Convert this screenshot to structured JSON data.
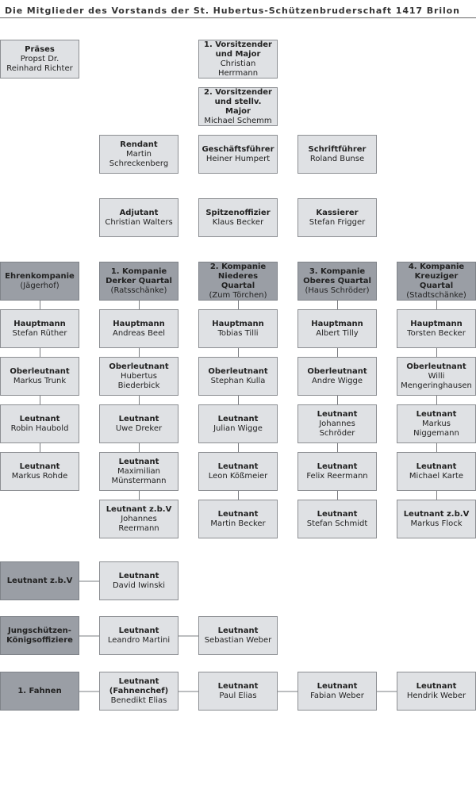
{
  "title": "Die Mitglieder des Vorstands der St. Hubertus-Schützenbruderschaft 1417 Brilon",
  "colors": {
    "box": "#dfe1e4",
    "box_dark": "#9a9ea5",
    "border": "#8c8e92",
    "line": "#7a7c80"
  },
  "nodes": {
    "praeses": {
      "title": "Präses",
      "name": "Propst Dr.\nReinhard Richter"
    },
    "vorsitz1": {
      "title": "1. Vorsitzender\nund Major",
      "name": "Christian Herrmann"
    },
    "vorsitz2": {
      "title": "2. Vorsitzender\nund stellv. Major",
      "name": "Michael Schemm"
    },
    "rendant": {
      "title": "Rendant",
      "name": "Martin\nSchreckenberg"
    },
    "geschaeftsfuehrer": {
      "title": "Geschäftsführer",
      "name": "Heiner Humpert"
    },
    "schriftfuehrer": {
      "title": "Schriftführer",
      "name": "Roland Bunse"
    },
    "adjutant": {
      "title": "Adjutant",
      "name": "Christian Walters"
    },
    "spitzenoffizier": {
      "title": "Spitzenoffizier",
      "name": "Klaus Becker"
    },
    "kassierer": {
      "title": "Kassierer",
      "name": "Stefan Frigger"
    },
    "k0": {
      "title": "Ehrenkompanie",
      "name": "(Jägerhof)"
    },
    "k0_hm": {
      "title": "Hauptmann",
      "name": "Stefan Rüther"
    },
    "k0_ol": {
      "title": "Oberleutnant",
      "name": "Markus Trunk"
    },
    "k0_lt1": {
      "title": "Leutnant",
      "name": "Robin Haubold"
    },
    "k0_lt2": {
      "title": "Leutnant",
      "name": "Markus Rohde"
    },
    "k1": {
      "title": "1. Kompanie\nDerker Quartal",
      "name": "(Ratsschänke)"
    },
    "k1_hm": {
      "title": "Hauptmann",
      "name": "Andreas Beel"
    },
    "k1_ol": {
      "title": "Oberleutnant",
      "name": "Hubertus\nBiederbick"
    },
    "k1_lt1": {
      "title": "Leutnant",
      "name": "Uwe Dreker"
    },
    "k1_lt2": {
      "title": "Leutnant",
      "name": "Maximilian\nMünstermann"
    },
    "k1_lt3": {
      "title": "Leutnant z.b.V",
      "name": "Johannes\nReermann"
    },
    "k2": {
      "title": "2. Kompanie\nNiederes Quartal",
      "name": "(Zum Törchen)"
    },
    "k2_hm": {
      "title": "Hauptmann",
      "name": "Tobias Tilli"
    },
    "k2_ol": {
      "title": "Oberleutnant",
      "name": "Stephan Kulla"
    },
    "k2_lt1": {
      "title": "Leutnant",
      "name": "Julian Wigge"
    },
    "k2_lt2": {
      "title": "Leutnant",
      "name": "Leon Kößmeier"
    },
    "k2_lt3": {
      "title": "Leutnant",
      "name": "Martin Becker"
    },
    "k3": {
      "title": "3. Kompanie\nOberes Quartal",
      "name": "(Haus Schröder)"
    },
    "k3_hm": {
      "title": "Hauptmann",
      "name": "Albert Tilly"
    },
    "k3_ol": {
      "title": "Oberleutnant",
      "name": "Andre Wigge"
    },
    "k3_lt1": {
      "title": "Leutnant",
      "name": "Johannes\nSchröder"
    },
    "k3_lt2": {
      "title": "Leutnant",
      "name": "Felix Reermann"
    },
    "k3_lt3": {
      "title": "Leutnant",
      "name": "Stefan Schmidt"
    },
    "k4": {
      "title": "4. Kompanie\nKreuziger Quartal",
      "name": "(Stadtschänke)"
    },
    "k4_hm": {
      "title": "Hauptmann",
      "name": "Torsten Becker"
    },
    "k4_ol": {
      "title": "Oberleutnant",
      "name": "Willi\nMengeringhausen"
    },
    "k4_lt1": {
      "title": "Leutnant",
      "name": "Markus\nNiggemann"
    },
    "k4_lt2": {
      "title": "Leutnant",
      "name": "Michael Karte"
    },
    "k4_lt3": {
      "title": "Leutnant z.b.V",
      "name": "Markus Flock"
    },
    "zbv": {
      "title": "Leutnant z.b.V",
      "name": ""
    },
    "zbv_1": {
      "title": "Leutnant",
      "name": "David Iwinski"
    },
    "jung": {
      "title": "Jungschützen-\nKönigsoffiziere",
      "name": ""
    },
    "jung_1": {
      "title": "Leutnant",
      "name": "Leandro Martini"
    },
    "jung_2": {
      "title": "Leutnant",
      "name": "Sebastian Weber"
    },
    "fahnen": {
      "title": "1. Fahnen",
      "name": ""
    },
    "fahnen_1": {
      "title": "Leutnant\n(Fahnenchef)",
      "name": "Benedikt Elias"
    },
    "fahnen_2": {
      "title": "Leutnant",
      "name": "Paul Elias"
    },
    "fahnen_3": {
      "title": "Leutnant",
      "name": "Fabian Weber"
    },
    "fahnen_4": {
      "title": "Leutnant",
      "name": "Hendrik Weber"
    }
  }
}
